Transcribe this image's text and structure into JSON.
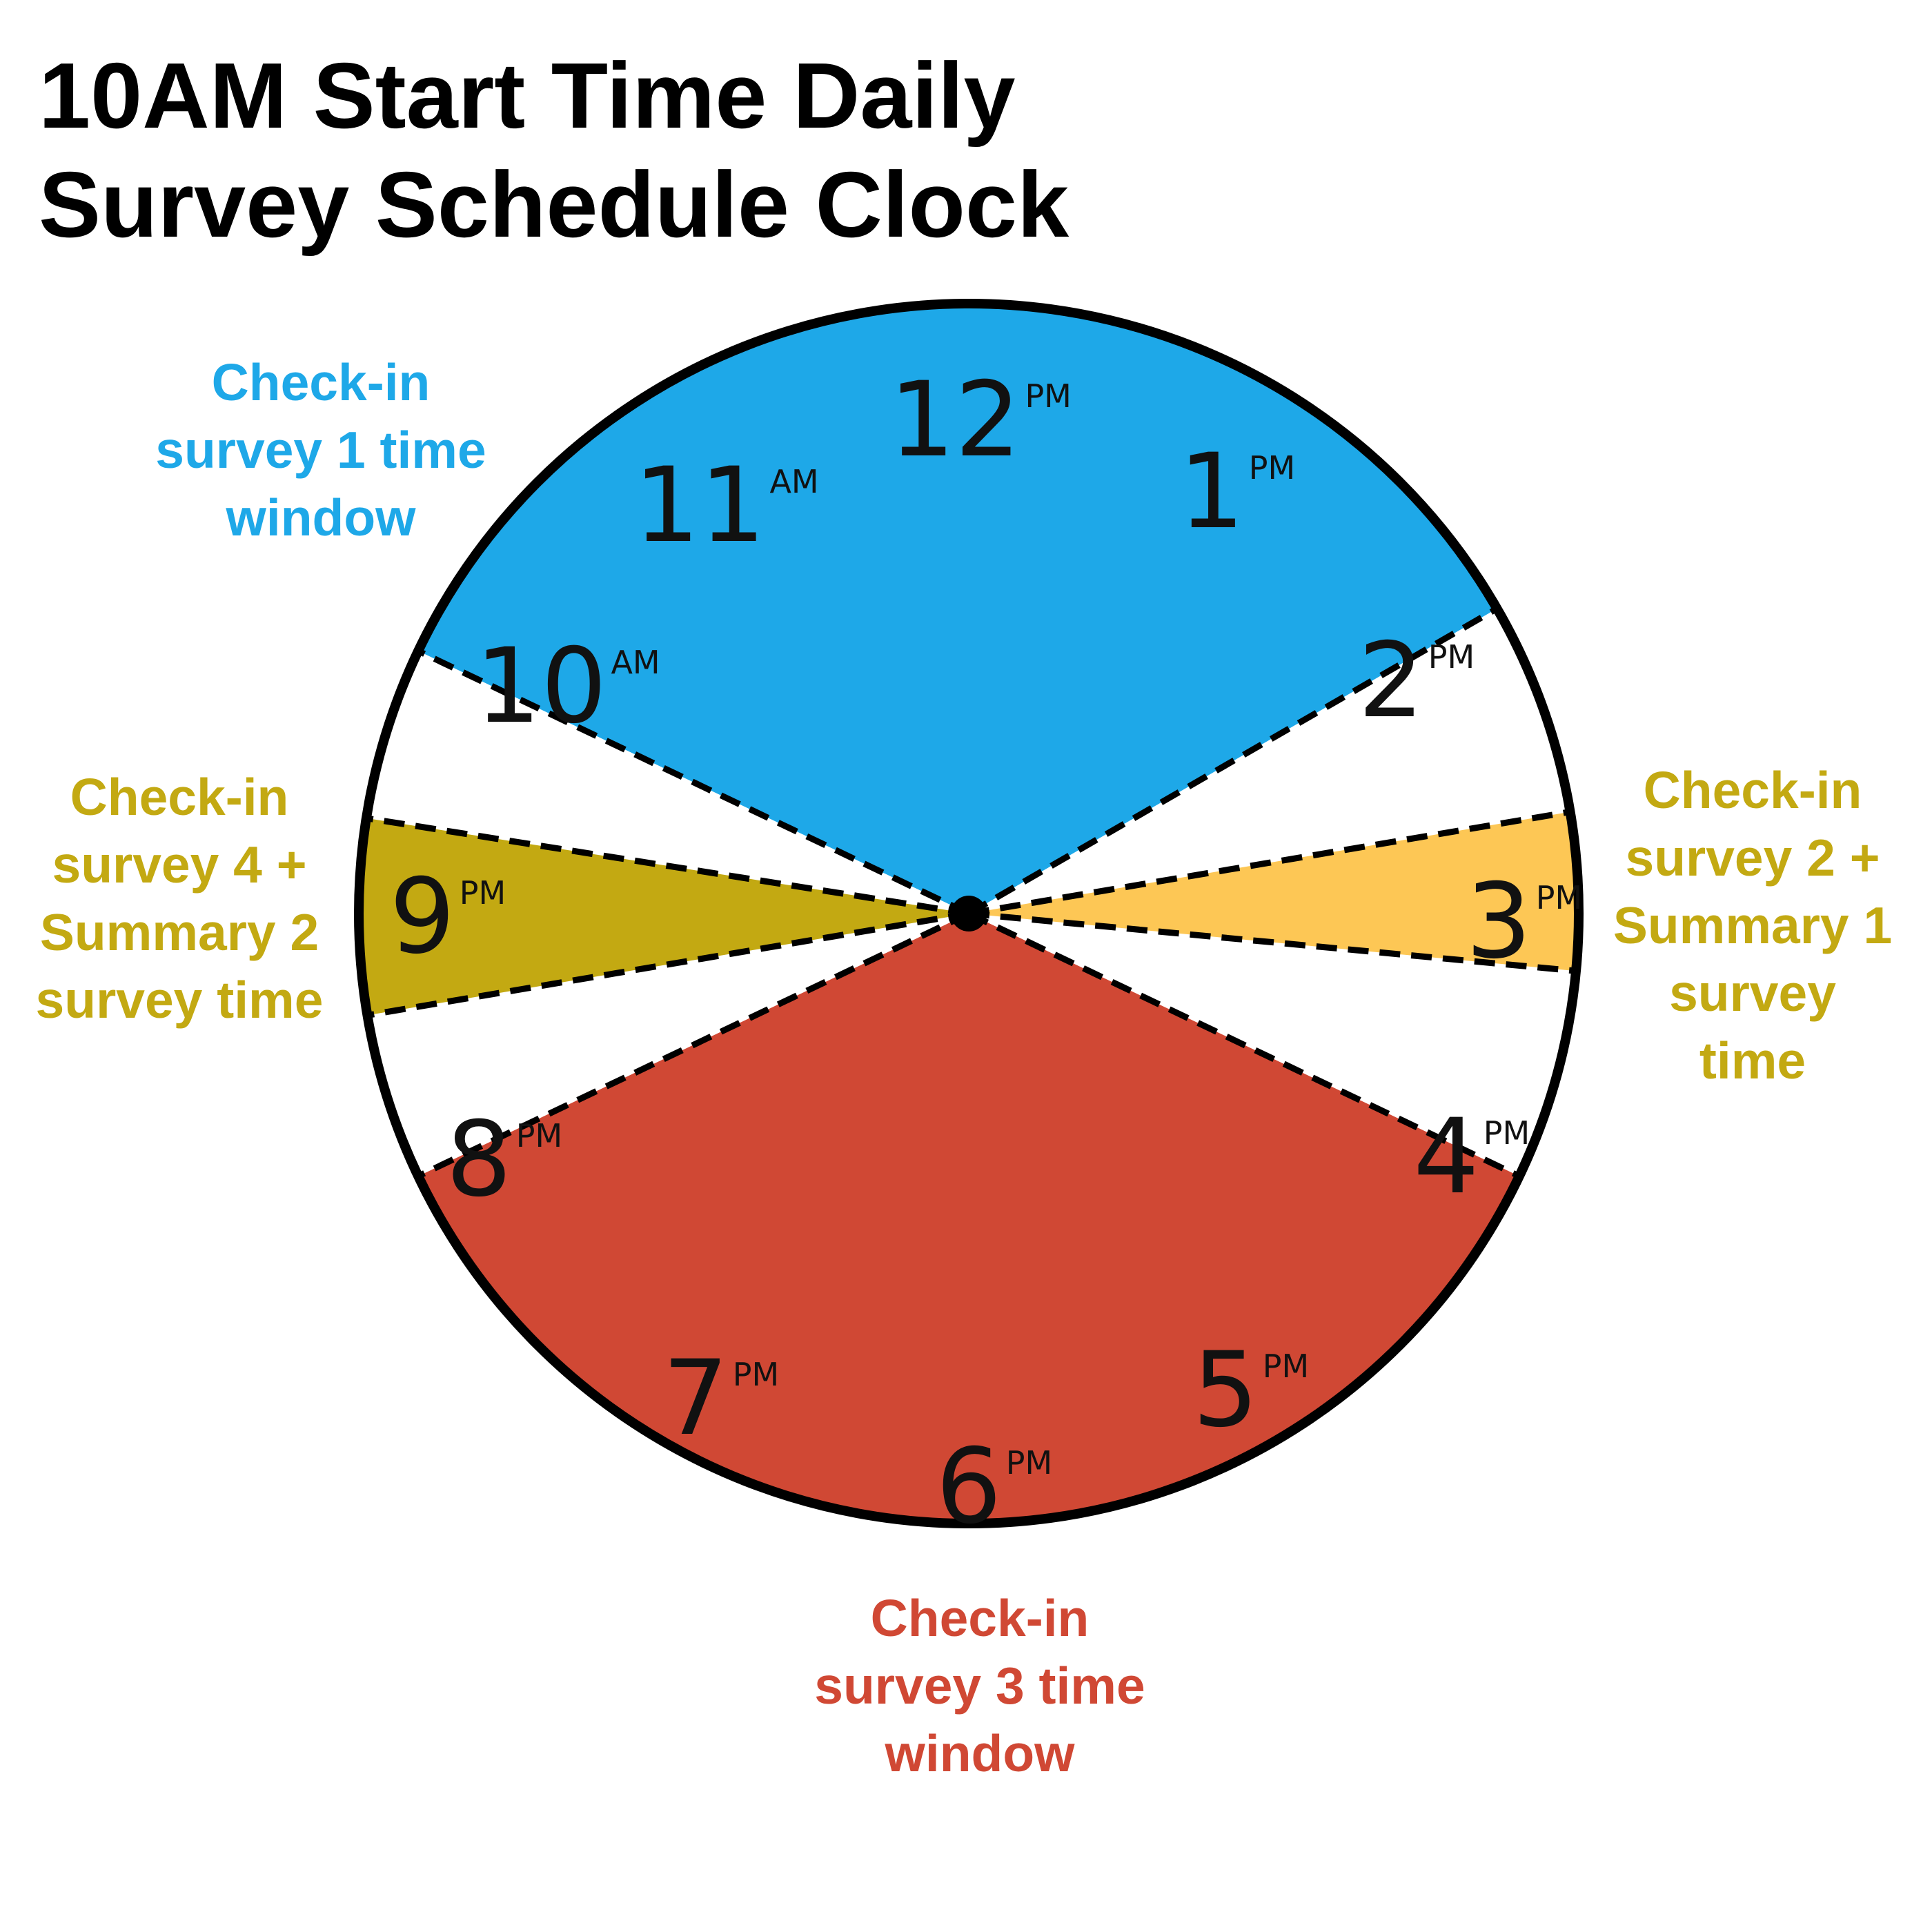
{
  "title": {
    "line1": "10AM Start Time Daily",
    "line2": "Survey Schedule Clock"
  },
  "colors": {
    "survey1": "#1ea8e8",
    "survey2": "#fdc755",
    "survey3": "#d04834",
    "survey4": "#c3a912",
    "gold_text": "#c3a912",
    "blue_text": "#1ea8e8",
    "red_text": "#d04834",
    "outline": "#000000"
  },
  "clock": {
    "hours": [
      {
        "num": "12",
        "suffix": "PM"
      },
      {
        "num": "1",
        "suffix": "PM"
      },
      {
        "num": "2",
        "suffix": "PM"
      },
      {
        "num": "3",
        "suffix": "PM"
      },
      {
        "num": "4",
        "suffix": "PM"
      },
      {
        "num": "5",
        "suffix": "PM"
      },
      {
        "num": "6",
        "suffix": "PM"
      },
      {
        "num": "7",
        "suffix": "PM"
      },
      {
        "num": "8",
        "suffix": "PM"
      },
      {
        "num": "9",
        "suffix": "PM"
      },
      {
        "num": "10",
        "suffix": "AM"
      },
      {
        "num": "11",
        "suffix": "AM"
      }
    ],
    "sectors": [
      {
        "name": "survey1-window",
        "color_key": "survey1",
        "start_hour": 9.85,
        "end_hour": 14.0
      },
      {
        "name": "survey2-time",
        "color_key": "survey2",
        "start_hour": 14.68,
        "end_hour": 15.18
      },
      {
        "name": "survey3-window",
        "color_key": "survey3",
        "start_hour": 15.85,
        "end_hour": 20.15
      },
      {
        "name": "survey4-time",
        "color_key": "survey4",
        "start_hour": 20.68,
        "end_hour": 21.3
      }
    ]
  },
  "callouts": {
    "survey1": {
      "lines": [
        "Check-in",
        "survey 1 time",
        "window"
      ]
    },
    "survey2": {
      "lines": [
        "Check-in",
        "survey 2 +",
        "Summary 1",
        "survey",
        "time"
      ]
    },
    "survey3": {
      "lines": [
        "Check-in",
        "survey 3 time",
        "window"
      ]
    },
    "survey4": {
      "lines": [
        "Check-in",
        "survey 4 +",
        "Summary 2",
        "survey time"
      ]
    }
  }
}
